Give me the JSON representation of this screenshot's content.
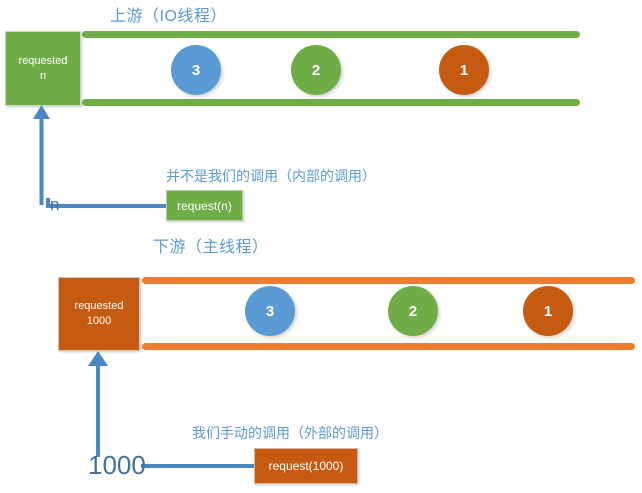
{
  "diagram": {
    "upstream": {
      "title": "上游（IO线程）",
      "endbox": {
        "line1": "requested",
        "line2": "n"
      },
      "bubbles": [
        {
          "label": "3",
          "color": "#5B9BD5"
        },
        {
          "label": "2",
          "color": "#70AD47"
        },
        {
          "label": "1",
          "color": "#C55A11"
        }
      ],
      "rail_color": "#70AD47",
      "annotation": "并不是我们的调用（内部的调用）",
      "connector_value": "n",
      "callbox": "request(n)"
    },
    "downstream": {
      "title": "下游（主线程）",
      "endbox": {
        "line1": "requested",
        "line2": "1000"
      },
      "bubbles": [
        {
          "label": "3",
          "color": "#5B9BD5"
        },
        {
          "label": "2",
          "color": "#70AD47"
        },
        {
          "label": "1",
          "color": "#C55A11"
        }
      ],
      "rail_color": "#ED7D31",
      "annotation": "我们手动的调用（外部的调用）",
      "connector_value": "1000",
      "callbox": "request(1000)"
    },
    "colors": {
      "accent_blue": "#5B9BD5",
      "accent_green": "#70AD47",
      "accent_orange": "#ED7D31",
      "accent_dark_orange": "#C55A11",
      "connector_blue": "#4A87C4",
      "label_blue": "#41719C"
    }
  }
}
